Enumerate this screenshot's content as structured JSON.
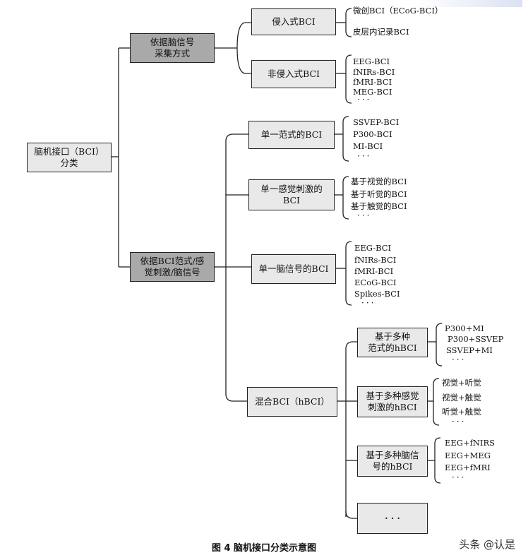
{
  "root": {
    "line1": "脑机接口（BCI）",
    "line2": "分类"
  },
  "cat1": {
    "line1": "依据脑信号",
    "line2": "采集方式"
  },
  "cat2": {
    "line1": "依据BCI范式/感",
    "line2": "觉刺激/脑信号"
  },
  "invasive": {
    "label": "侵入式BCI",
    "items": [
      "微创BCI（ECoG-BCI）",
      "皮层内记录BCI"
    ]
  },
  "noninvasive": {
    "label": "非侵入式BCI",
    "items": [
      "EEG-BCI",
      "fNIRs-BCI",
      "fMRI-BCI",
      "MEG-BCI"
    ],
    "more": "···"
  },
  "single_paradigm": {
    "label": "单一范式的BCI",
    "items": [
      "SSVEP-BCI",
      "P300-BCI",
      "MI-BCI"
    ],
    "more": "···"
  },
  "single_sensory": {
    "line1": "单一感觉刺激的",
    "line2": "BCI",
    "items": [
      "基于视觉的BCI",
      "基于听觉的BCI",
      "基于触觉的BCI"
    ],
    "more": "···"
  },
  "single_signal": {
    "label": "单一脑信号的BCI",
    "items": [
      "EEG-BCI",
      "fNIRs-BCI",
      "fMRI-BCI",
      "ECoG-BCI",
      "Spikes-BCI"
    ],
    "more": "···"
  },
  "hybrid": {
    "label": "混合BCI（hBCI）"
  },
  "multi_paradigm": {
    "line1": "基于多种",
    "line2": "范式的hBCI",
    "items": [
      "P300+MI",
      "P300+SSVEP",
      "SSVEP+MI"
    ],
    "more": "···"
  },
  "multi_sensory": {
    "line1": "基于多种感觉",
    "line2": "刺激的hBCI",
    "items": [
      "视觉+听觉",
      "视觉+触觉",
      "听觉+触觉"
    ],
    "more": "···"
  },
  "multi_signal": {
    "line1": "基于多种脑信",
    "line2": "号的hBCI",
    "items": [
      "EEG+fNIRS",
      "EEG+MEG",
      "EEG+fMRI"
    ],
    "more": "···"
  },
  "hybrid_more": {
    "label": "· · ·"
  },
  "caption": "图 4 脑机接口分类示意图",
  "watermark": "头条 @认是"
}
